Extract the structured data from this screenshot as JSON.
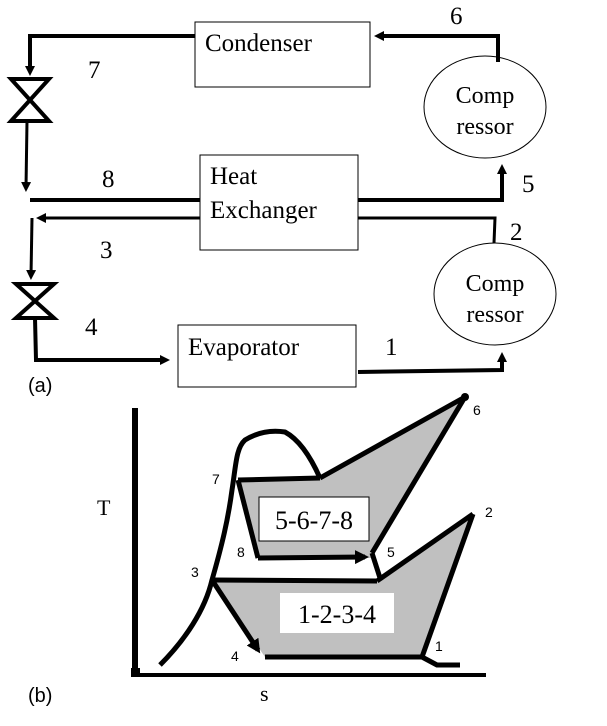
{
  "figure": {
    "panel_a": {
      "label": "(a)",
      "components": {
        "condenser": "Condenser",
        "heat_exchanger_line1": "Heat",
        "heat_exchanger_line2": "Exchanger",
        "evaporator": "Evaporator",
        "compressor_high_line1": "Comp",
        "compressor_high_line2": "ressor",
        "compressor_low_line1": "Comp",
        "compressor_low_line2": "ressor"
      },
      "state_points": [
        "1",
        "2",
        "3",
        "4",
        "5",
        "6",
        "7",
        "8"
      ]
    },
    "panel_b": {
      "label": "(b)",
      "y_axis_label": "T",
      "x_axis_label": "s",
      "cycles": {
        "high": "5-6-7-8",
        "low": "1-2-3-4"
      },
      "state_points": [
        "1",
        "2",
        "3",
        "4",
        "5",
        "6",
        "7",
        "8"
      ],
      "fill_color": "#c0c0c0",
      "line_color": "#000000"
    }
  }
}
